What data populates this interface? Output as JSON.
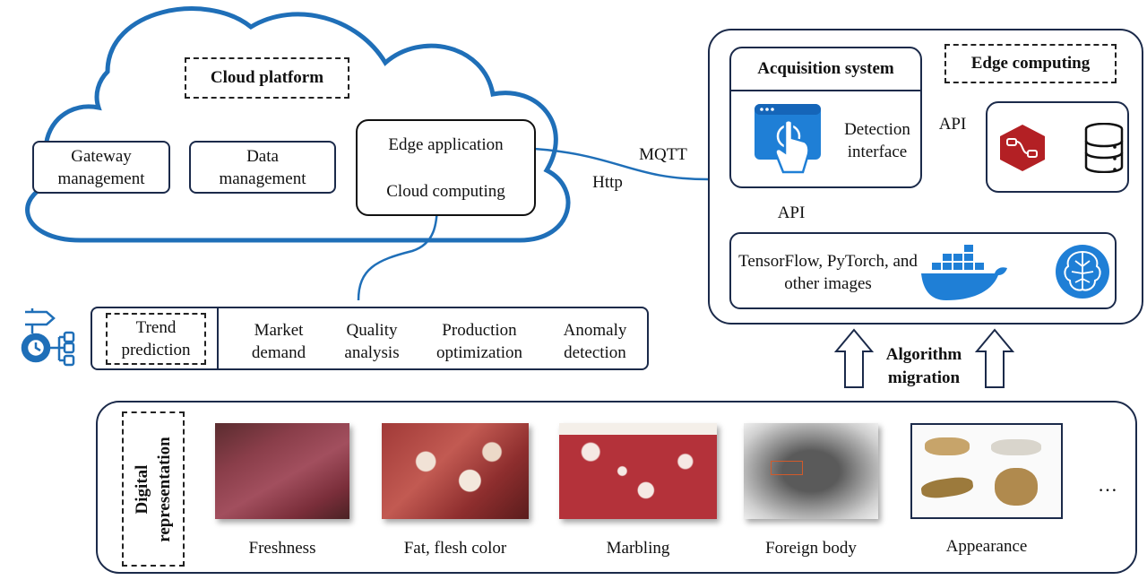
{
  "cloud": {
    "title": "Cloud platform",
    "gateway": "Gateway management",
    "data": "Data management",
    "edge_app": "Edge application",
    "cloud_comp": "Cloud computing"
  },
  "protocols": {
    "mqtt": "MQTT",
    "http": "Http"
  },
  "edge": {
    "title": "Edge computing",
    "acq_title": "Acquisition system",
    "detection": "Detection interface",
    "api1": "API",
    "api2": "API",
    "frameworks": "TensorFlow, PyTorch, and other images"
  },
  "algorithm": "Algorithm migration",
  "tasks": {
    "trend": "Trend prediction",
    "items": [
      "Market demand",
      "Quality analysis",
      "Production optimization",
      "Anomaly detection"
    ]
  },
  "digital": {
    "label": "Digital representation",
    "items": [
      "Freshness",
      "Fat, flesh color",
      "Marbling",
      "Foreign body",
      "Appearance"
    ],
    "more": "…"
  },
  "colors": {
    "accent_blue": "#1f6fb8",
    "navy": "#1b2a4a",
    "red": "#b32024"
  }
}
